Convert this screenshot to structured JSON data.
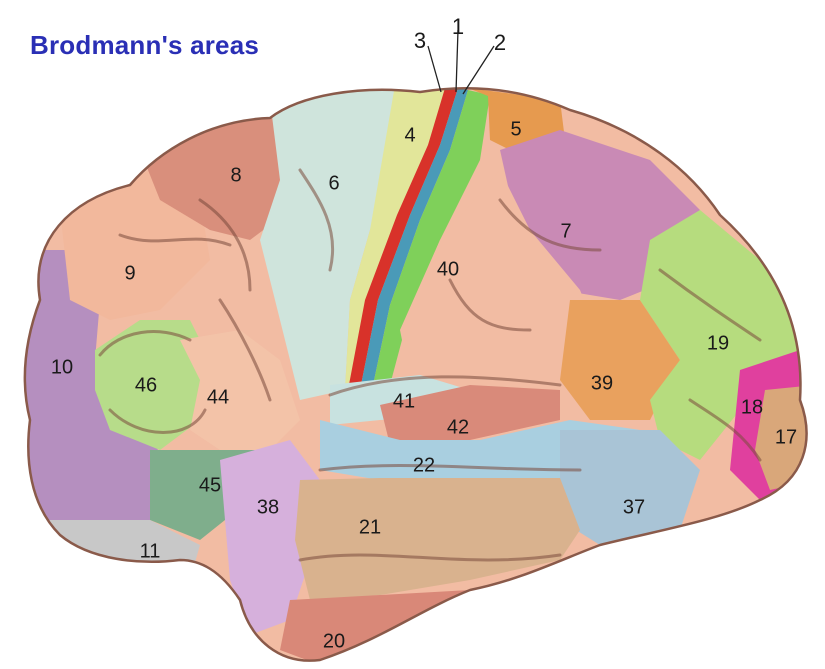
{
  "title": "Brodmann's areas",
  "colors": {
    "title": "#2a2fb5",
    "area_4": "#e2e69a",
    "area_3": "#d8322a",
    "area_1": "#4a9ab8",
    "area_2": "#7fd05a",
    "area_5": "#e69a4f",
    "area_6": "#cfe4dc",
    "area_8": "#d98f7c",
    "area_7": "#c98ab5",
    "area_9": "#f2b89c",
    "area_10": "#b58fbf",
    "area_46": "#b7dc8a",
    "area_44": "#f3c3a8",
    "area_45": "#7fae8c",
    "area_11": "#c8c8c8",
    "area_40": "#f2bca3",
    "area_39": "#e9a15e",
    "area_41": "#c8e2e0",
    "area_42": "#d98a7a",
    "area_22": "#a9cfe0",
    "area_37": "#a9c4d6",
    "area_21": "#d9b28e",
    "area_38": "#d6b0dc",
    "area_20": "#d98878",
    "area_19": "#b6dc7e",
    "area_18": "#e0409e",
    "area_17": "#d9a77a"
  },
  "areas": [
    {
      "id": "3",
      "label": "3"
    },
    {
      "id": "1",
      "label": "1"
    },
    {
      "id": "2",
      "label": "2"
    },
    {
      "id": "4",
      "label": "4"
    },
    {
      "id": "5",
      "label": "5"
    },
    {
      "id": "8",
      "label": "8"
    },
    {
      "id": "6",
      "label": "6"
    },
    {
      "id": "7",
      "label": "7"
    },
    {
      "id": "9",
      "label": "9"
    },
    {
      "id": "40",
      "label": "40"
    },
    {
      "id": "19",
      "label": "19"
    },
    {
      "id": "10",
      "label": "10"
    },
    {
      "id": "46",
      "label": "46"
    },
    {
      "id": "44",
      "label": "44"
    },
    {
      "id": "39",
      "label": "39"
    },
    {
      "id": "41",
      "label": "41"
    },
    {
      "id": "18",
      "label": "18"
    },
    {
      "id": "42",
      "label": "42"
    },
    {
      "id": "17",
      "label": "17"
    },
    {
      "id": "22",
      "label": "22"
    },
    {
      "id": "45",
      "label": "45"
    },
    {
      "id": "38",
      "label": "38"
    },
    {
      "id": "37",
      "label": "37"
    },
    {
      "id": "21",
      "label": "21"
    },
    {
      "id": "11",
      "label": "11"
    },
    {
      "id": "20",
      "label": "20"
    }
  ]
}
